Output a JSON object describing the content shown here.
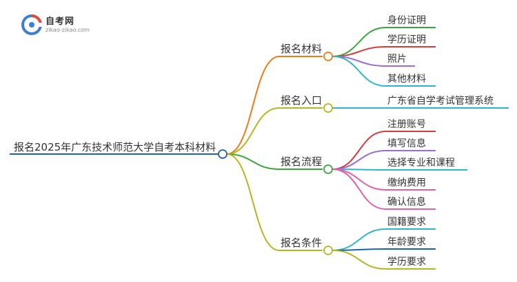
{
  "logo": {
    "title": "自考网",
    "subtitle": "zikao-zikao.com"
  },
  "mindmap": {
    "root": "报名2025年广东技术师范大学自考本科材料",
    "branches": [
      {
        "label": "报名材料",
        "color": "#f07b16",
        "children": [
          {
            "label": "身份证明",
            "color": "#3aa63a"
          },
          {
            "label": "学历证明",
            "color": "#d23c3c"
          },
          {
            "label": "照片",
            "color": "#9b6bd3"
          },
          {
            "label": "其他材料",
            "color": "#28b7c9"
          }
        ]
      },
      {
        "label": "报名入口",
        "color": "#b5b521",
        "children": [
          {
            "label": "广东省自学考试管理系统",
            "color": "#28b7c9"
          }
        ]
      },
      {
        "label": "报名流程",
        "color": "#3aa63a",
        "children": [
          {
            "label": "注册账号",
            "color": "#d23c3c"
          },
          {
            "label": "填写信息",
            "color": "#9b6bd3"
          },
          {
            "label": "选择专业和课程",
            "color": "#28b7c9"
          },
          {
            "label": "缴纳费用",
            "color": "#e35fa8"
          },
          {
            "label": "确认信息",
            "color": "#e35fa8"
          }
        ]
      },
      {
        "label": "报名条件",
        "color": "#b5b521",
        "children": [
          {
            "label": "国籍要求",
            "color": "#28b7c9"
          },
          {
            "label": "年龄要求",
            "color": "#1f5fa8"
          },
          {
            "label": "学历要求",
            "color": "#b5b521"
          }
        ]
      }
    ],
    "root_color": "#1f5fa8"
  }
}
